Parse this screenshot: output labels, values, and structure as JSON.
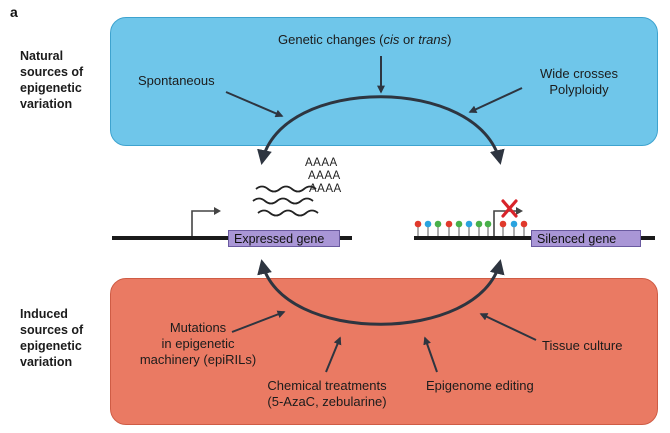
{
  "panel_letter": "a",
  "natural": {
    "side_label": [
      "Natural",
      "sources of",
      "epigenetic",
      "variation"
    ],
    "genetic_changes": {
      "prefix": "Genetic changes (",
      "cis": "cis",
      "mid": " or ",
      "trans": "trans",
      "suffix": ")"
    },
    "spontaneous": "Spontaneous",
    "wide_crosses": "Wide crosses",
    "polyploidy": "Polyploidy"
  },
  "genes": {
    "expressed": "Expressed gene",
    "silenced": "Silenced gene",
    "polyA": "AAAA"
  },
  "induced": {
    "side_label": [
      "Induced",
      "sources of",
      "epigenetic",
      "variation"
    ],
    "mutations": [
      "Mutations",
      "in epigenetic",
      "machinery (epiRILs)"
    ],
    "chemical": [
      "Chemical treatments",
      "(5-AzaC, zebularine)"
    ],
    "epigenome_editing": "Epigenome editing",
    "tissue_culture": "Tissue culture"
  },
  "colors": {
    "natural_box": "#6fc6ea",
    "induced_box": "#ea7a63",
    "gene_box": "#a996d6",
    "arrow": "#2e3540",
    "x_mark": "#d8232a"
  }
}
